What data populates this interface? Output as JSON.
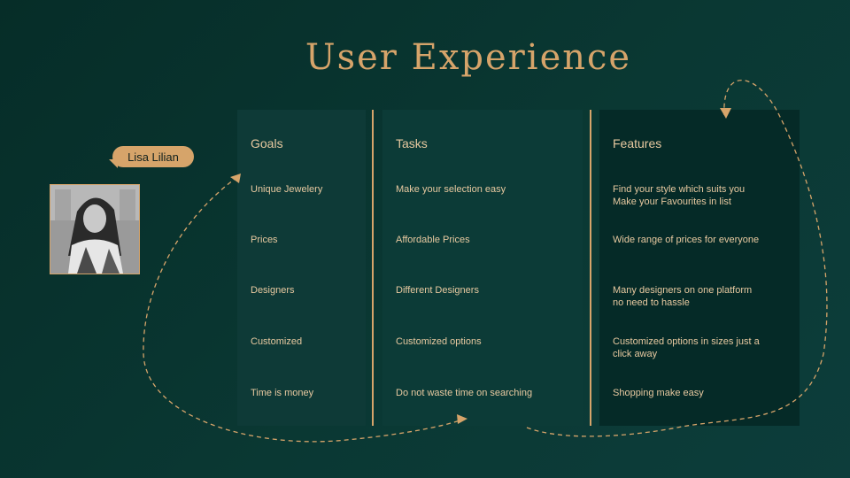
{
  "title": "User Experience",
  "persona": {
    "name": "Lisa Lilian"
  },
  "columns": {
    "goals": {
      "header": "Goals",
      "items": [
        "Unique Jewelery",
        "Prices",
        "Designers",
        "Customized",
        "Time is money"
      ]
    },
    "tasks": {
      "header": "Tasks",
      "items": [
        "Make your selection easy",
        "Affordable Prices",
        "Different Designers",
        "Customized options",
        "Do not waste time on searching"
      ]
    },
    "features": {
      "header": "Features",
      "items": [
        "Find your style which suits you\nMake your Favourites in list",
        "Wide range of prices for everyone",
        "Many designers on one platform\nno need to hassle",
        "Customized options in sizes just a\nclick away",
        "Shopping make easy"
      ]
    }
  },
  "colors": {
    "background": "#0a3833",
    "accent": "#d6a46a",
    "text": "#e8c9a0"
  },
  "icons": {
    "avatar": "persona-photo",
    "flow": "dashed-arrow-path"
  }
}
